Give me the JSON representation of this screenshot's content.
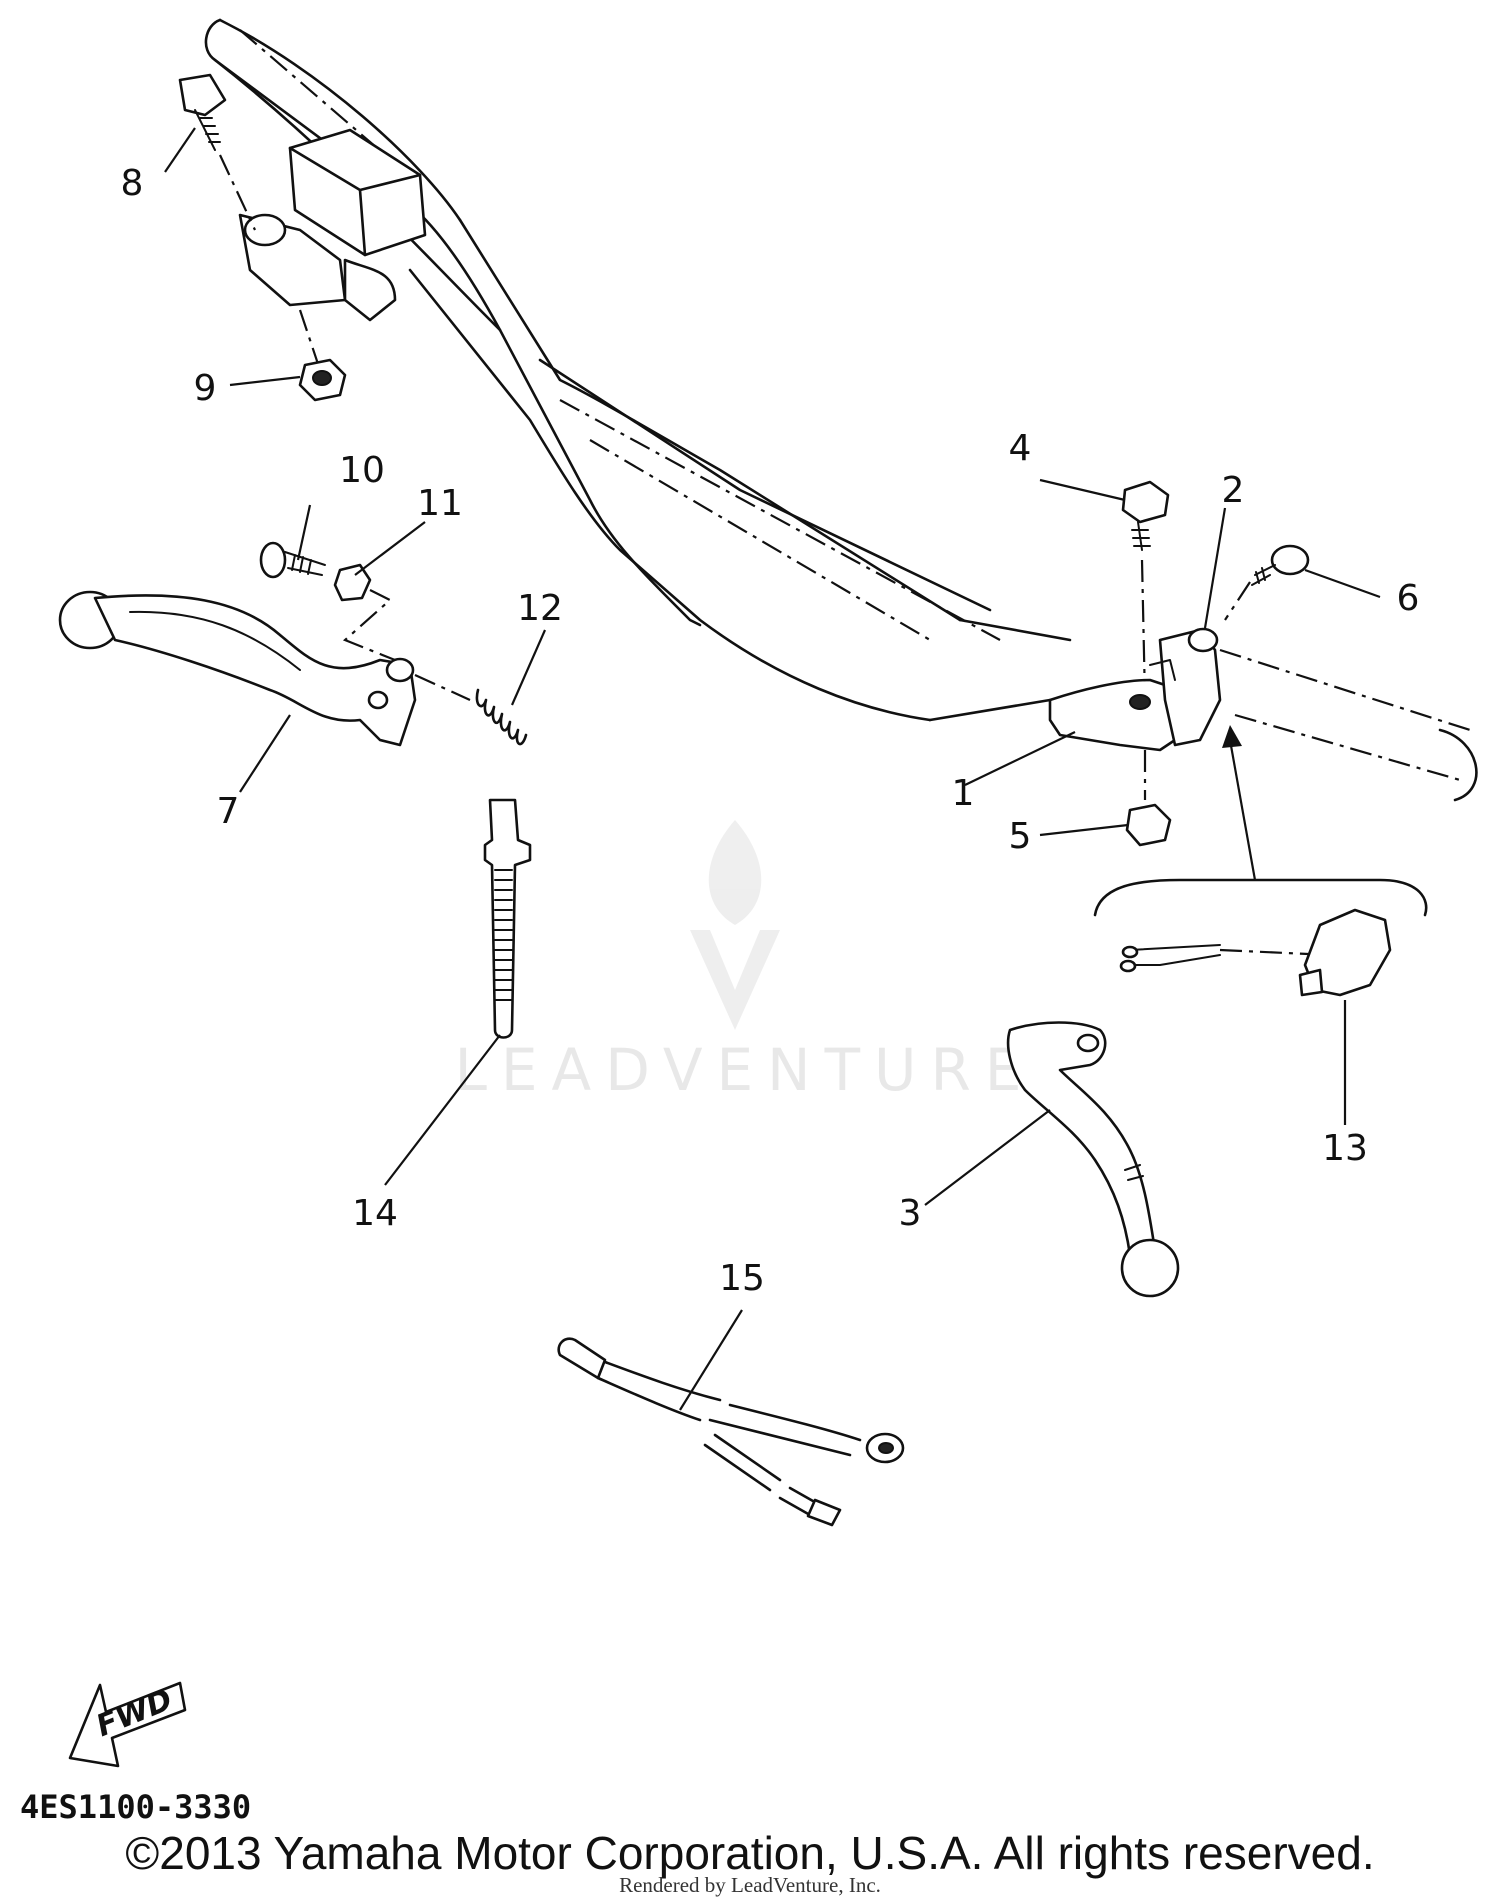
{
  "diagram": {
    "callouts": [
      "1",
      "2",
      "3",
      "4",
      "5",
      "6",
      "7",
      "8",
      "9",
      "10",
      "11",
      "12",
      "13",
      "14",
      "15"
    ],
    "fwd_label": "FWD",
    "part_code": "4ES1100-3330",
    "copyright": "©2013 Yamaha Motor Corporation, U.S.A. All rights reserved.",
    "rendered_by": "Rendered by LeadVenture, Inc.",
    "watermark": "LEADVENTURE"
  }
}
